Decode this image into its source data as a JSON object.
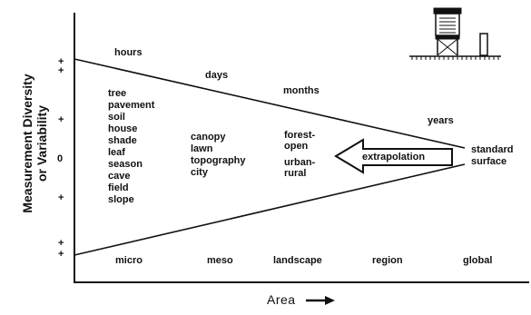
{
  "axes": {
    "y_label_line1": "Measurement Diversity",
    "y_label_line2": "or Variability",
    "x_label": "Area",
    "y_ticks": [
      "+",
      "+",
      "+",
      "0",
      "+",
      "+",
      "+"
    ]
  },
  "time_labels": [
    "hours",
    "days",
    "months",
    "years"
  ],
  "scale_labels": [
    "micro",
    "meso",
    "landscape",
    "region",
    "global"
  ],
  "micro_factors": [
    "tree",
    "pavement",
    "soil",
    "house",
    "shade",
    "leaf",
    "season",
    "cave",
    "field",
    "slope"
  ],
  "meso_factors": [
    "canopy",
    "lawn",
    "topography",
    "city"
  ],
  "landscape_factors": [
    "forest-",
    "open",
    "urban-",
    "rural"
  ],
  "extrapolation_label": "extrapolation",
  "standard_label_line1": "standard",
  "standard_label_line2": "surface"
}
